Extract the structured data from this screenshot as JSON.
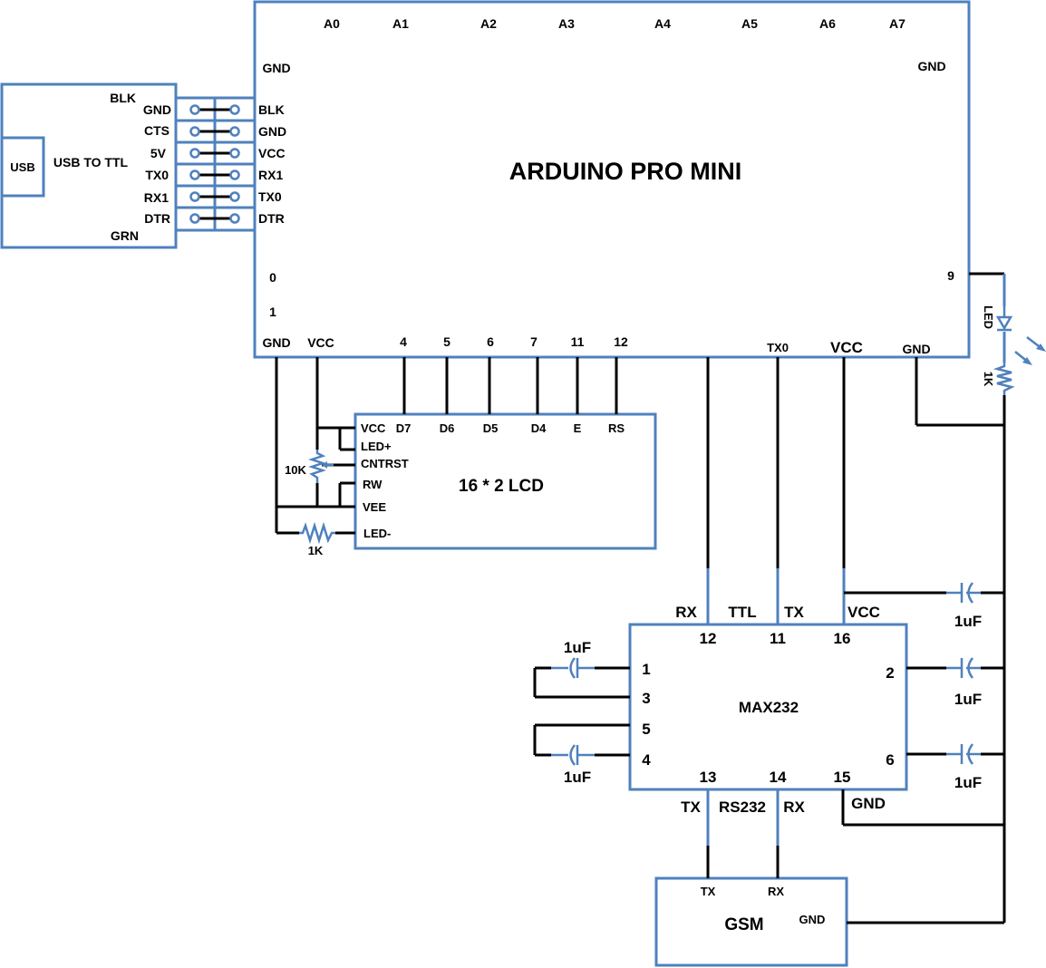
{
  "arduino": {
    "title": "ARDUINO PRO MINI",
    "analog_pins": [
      "A0",
      "A1",
      "A2",
      "A3",
      "A4",
      "A5",
      "A6",
      "A7"
    ],
    "gnd_top_left": "GND",
    "gnd_top_right": "GND",
    "left_pins": [
      "BLK",
      "GND",
      "VCC",
      "RX1",
      "TX0",
      "DTR"
    ],
    "pin0": "0",
    "pin1": "1",
    "pin9": "9",
    "bottom_pins": [
      "GND",
      "VCC",
      "4",
      "5",
      "6",
      "7",
      "11",
      "12"
    ],
    "tx0": "TX0",
    "vcc": "VCC",
    "gnd_bottom_right": "GND"
  },
  "usb_ttl": {
    "usb": "USB",
    "title": "USB TO TTL",
    "blk": "BLK",
    "pins": [
      "GND",
      "CTS",
      "5V",
      "TX0",
      "RX1",
      "DTR"
    ],
    "grn": "GRN"
  },
  "lcd": {
    "title": "16 * 2 LCD",
    "top_pins": [
      "D7",
      "D6",
      "D5",
      "D4",
      "E",
      "RS"
    ],
    "left_pins": [
      "VCC",
      "LED+",
      "CNTRST",
      "RW",
      "VEE",
      "LED-"
    ]
  },
  "components": {
    "pot": "10K",
    "lcd_resistor": "1K",
    "led": "LED",
    "led_resistor": "1K"
  },
  "max232": {
    "title": "MAX232",
    "rx": "RX",
    "ttl": "TTL",
    "tx": "TX",
    "vcc": "VCC",
    "pin12": "12",
    "pin11": "11",
    "pin16": "16",
    "pin1": "1",
    "pin3": "3",
    "pin5": "5",
    "pin4": "4",
    "pin2": "2",
    "pin6": "6",
    "pin13": "13",
    "pin14": "14",
    "pin15": "15",
    "tx_bottom": "TX",
    "rs232": "RS232",
    "rx_bottom": "RX",
    "gnd": "GND"
  },
  "capacitors": {
    "c_vcc": "1uF",
    "c_1_3": "1uF",
    "c_5_4": "1uF",
    "c_2": "1uF",
    "c_6": "1uF"
  },
  "gsm": {
    "title": "GSM",
    "tx": "TX",
    "rx": "RX",
    "gnd": "GND"
  },
  "colors": {
    "box_stroke": "#4f81bd",
    "wire": "#000000",
    "background": "#ffffff"
  }
}
